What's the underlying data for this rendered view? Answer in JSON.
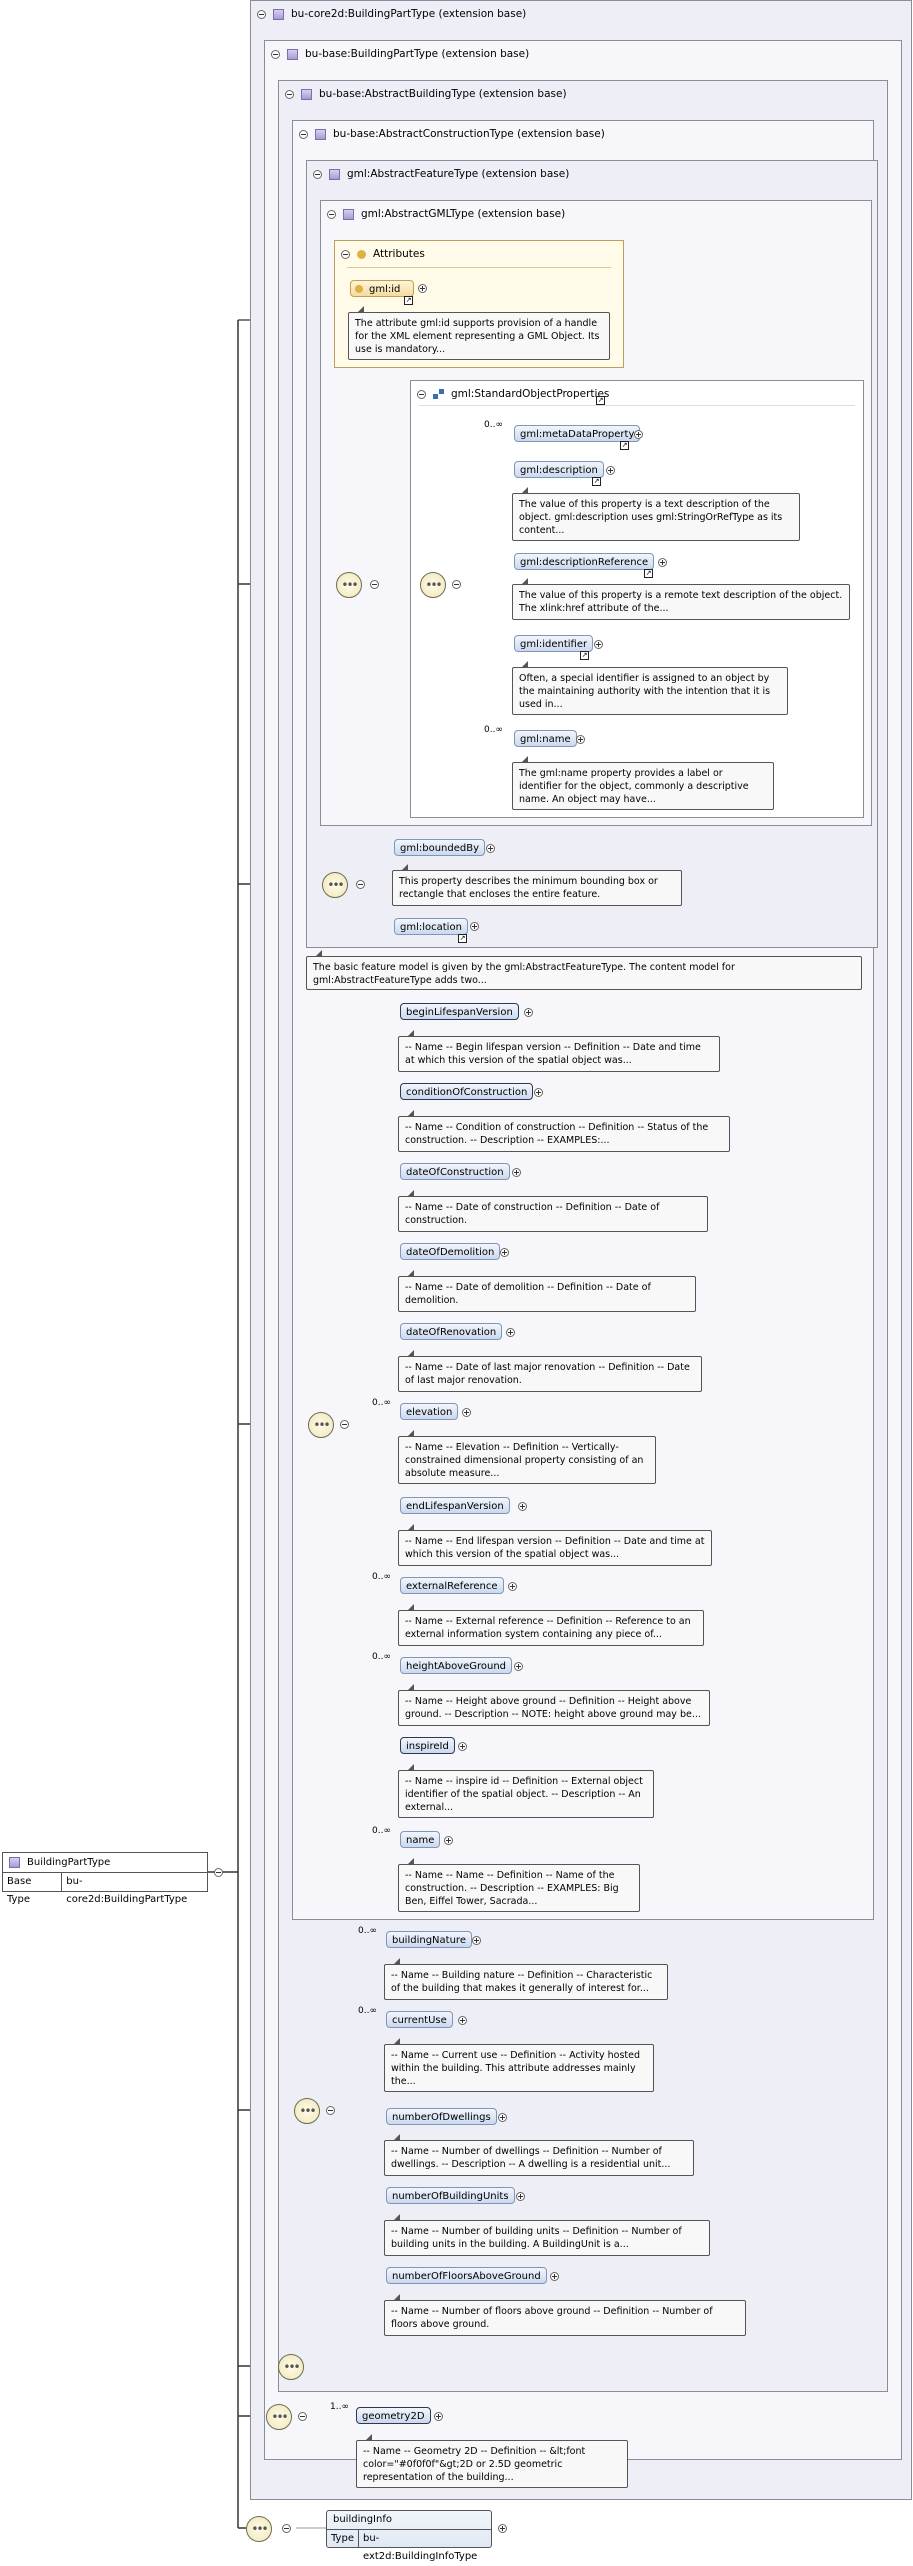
{
  "root": {
    "name": "BuildingPartType",
    "base_type_label": "Base Type",
    "base_type_value": "bu-core2d:BuildingPartType"
  },
  "extensions": [
    {
      "label": "bu-core2d:BuildingPartType (extension base)"
    },
    {
      "label": "bu-base:BuildingPartType (extension base)"
    },
    {
      "label": "bu-base:AbstractBuildingType (extension base)"
    },
    {
      "label": "bu-base:AbstractConstructionType (extension base)"
    },
    {
      "label": "gml:AbstractFeatureType (extension base)"
    },
    {
      "label": "gml:AbstractGMLType (extension base)"
    }
  ],
  "attributes": {
    "title": "Attributes",
    "id_attr": "gml:id",
    "id_doc": "The attribute gml:id supports provision of a handle for the XML element representing a GML Object. Its use is mandatory..."
  },
  "standard_props": {
    "title": "gml:StandardObjectProperties",
    "items": [
      {
        "name": "gml:metaDataProperty",
        "card": "0..∞",
        "doc": ""
      },
      {
        "name": "gml:description",
        "card": "",
        "doc": "The value of this property is a text description of the object. gml:description uses gml:StringOrRefType as its content..."
      },
      {
        "name": "gml:descriptionReference",
        "card": "",
        "doc": "The value of this property is a remote text description of the object. The xlink:href attribute of the..."
      },
      {
        "name": "gml:identifier",
        "card": "",
        "doc": "Often, a special identifier is assigned to an object by the maintaining authority with the intention that it is used in..."
      },
      {
        "name": "gml:name",
        "card": "0..∞",
        "doc": "The gml:name property provides a label or identifier for the object, commonly a descriptive name. An object may have..."
      }
    ]
  },
  "feature_props": {
    "bounded_by": "gml:boundedBy",
    "bounded_by_doc": "This property describes the minimum bounding box or rectangle that encloses the entire feature.",
    "location": "gml:location",
    "feature_doc": "The basic feature model is given by the gml:AbstractFeatureType. The content model for gml:AbstractFeatureType adds two..."
  },
  "construction_props": [
    {
      "name": "beginLifespanVersion",
      "card": "",
      "req": true,
      "doc": "-- Name -- Begin lifespan version -- Definition -- Date and time at which this version of the spatial object was..."
    },
    {
      "name": "conditionOfConstruction",
      "card": "",
      "req": true,
      "doc": "-- Name -- Condition of construction -- Definition -- Status of the construction. -- Description -- EXAMPLES:..."
    },
    {
      "name": "dateOfConstruction",
      "card": "",
      "req": false,
      "doc": "-- Name -- Date of construction -- Definition -- Date of construction."
    },
    {
      "name": "dateOfDemolition",
      "card": "",
      "req": false,
      "doc": "-- Name -- Date of demolition -- Definition -- Date of demolition."
    },
    {
      "name": "dateOfRenovation",
      "card": "",
      "req": false,
      "doc": "-- Name -- Date of last major renovation -- Definition -- Date of last major renovation."
    },
    {
      "name": "elevation",
      "card": "0..∞",
      "req": false,
      "doc": "-- Name -- Elevation -- Definition -- Vertically-constrained dimensional property consisting of an absolute measure..."
    },
    {
      "name": "endLifespanVersion",
      "card": "",
      "req": false,
      "doc": "-- Name -- End lifespan version -- Definition -- Date and time at which this version of the spatial object was..."
    },
    {
      "name": "externalReference",
      "card": "0..∞",
      "req": false,
      "doc": "-- Name -- External reference -- Definition -- Reference to an external information system containing any piece of..."
    },
    {
      "name": "heightAboveGround",
      "card": "0..∞",
      "req": false,
      "doc": "-- Name -- Height above ground -- Definition -- Height above ground. -- Description -- NOTE: height above ground may be..."
    },
    {
      "name": "inspireId",
      "card": "",
      "req": true,
      "doc": "-- Name -- inspire id -- Definition -- External object identifier of the spatial object. -- Description -- An external..."
    },
    {
      "name": "name",
      "card": "0..∞",
      "req": false,
      "doc": "-- Name -- Name -- Definition -- Name of the construction. -- Description -- EXAMPLES: Big Ben, Eiffel Tower, Sacrada..."
    }
  ],
  "building_props": [
    {
      "name": "buildingNature",
      "card": "0..∞",
      "doc": "-- Name -- Building nature -- Definition -- Characteristic of the building that makes it generally of interest for..."
    },
    {
      "name": "currentUse",
      "card": "0..∞",
      "doc": "-- Name -- Current use -- Definition -- Activity hosted within the building. This attribute addresses mainly the..."
    },
    {
      "name": "numberOfDwellings",
      "card": "",
      "doc": "-- Name -- Number of dwellings -- Definition -- Number of dwellings. -- Description -- A dwelling is a residential unit..."
    },
    {
      "name": "numberOfBuildingUnits",
      "card": "",
      "doc": "-- Name -- Number of building units -- Definition -- Number of building units in the building. A BuildingUnit is a..."
    },
    {
      "name": "numberOfFloorsAboveGround",
      "card": "",
      "doc": "-- Name -- Number of floors above ground -- Definition -- Number of floors above ground."
    }
  ],
  "geometry": {
    "name": "geometry2D",
    "card": "1..∞",
    "doc": "-- Name -- Geometry 2D -- Definition -- &lt;font color=\"#0f0f0f\"&gt;2D or 2.5D geometric representation of the building..."
  },
  "building_info": {
    "name": "buildingInfo",
    "type_label": "Type",
    "type_value": "bu-ext2d:BuildingInfoType"
  }
}
